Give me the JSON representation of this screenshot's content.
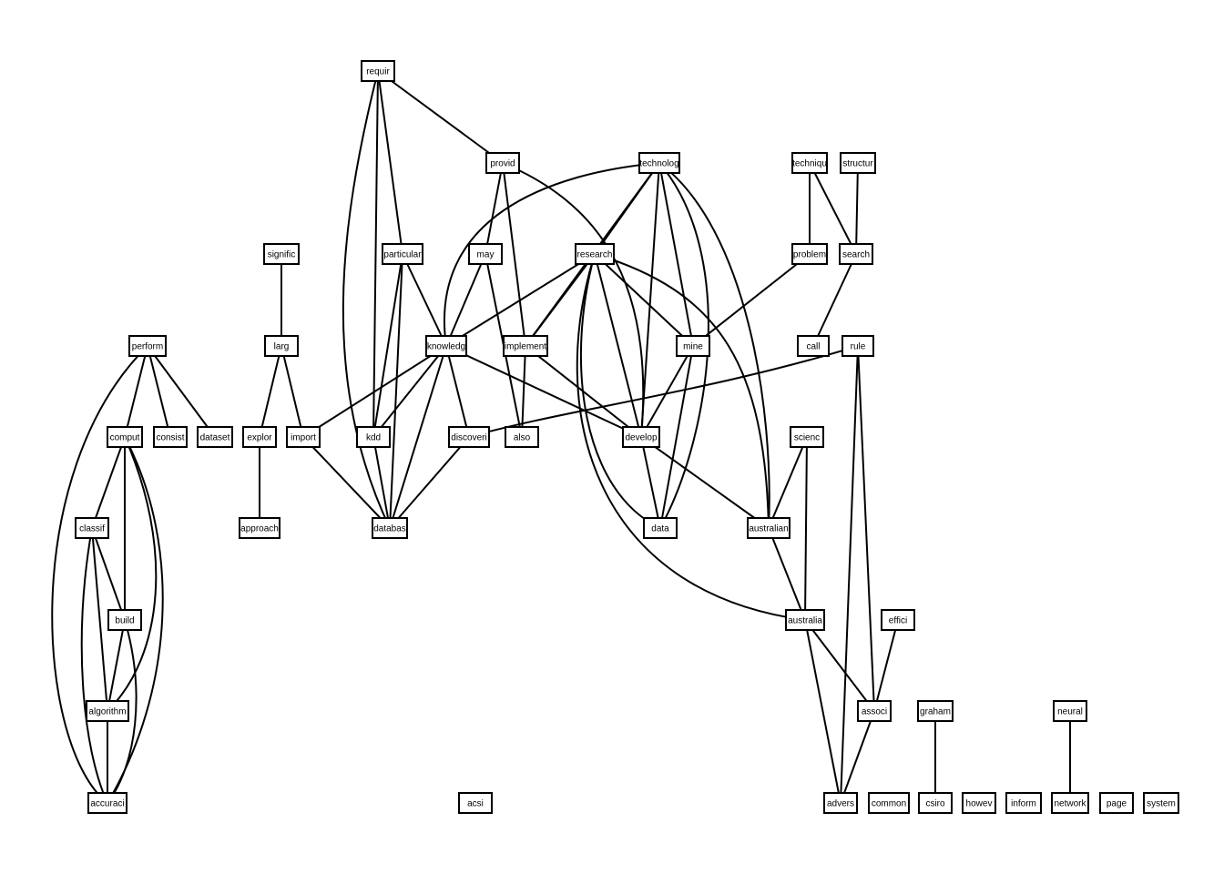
{
  "nodes": [
    {
      "id": "requir",
      "label": "requir"
    },
    {
      "id": "provid",
      "label": "provid"
    },
    {
      "id": "technolog",
      "label": "technolog"
    },
    {
      "id": "techniqu",
      "label": "techniqu"
    },
    {
      "id": "structur",
      "label": "structur"
    },
    {
      "id": "signific",
      "label": "signific"
    },
    {
      "id": "particular",
      "label": "particular"
    },
    {
      "id": "may",
      "label": "may"
    },
    {
      "id": "research",
      "label": "research"
    },
    {
      "id": "problem",
      "label": "problem"
    },
    {
      "id": "search",
      "label": "search"
    },
    {
      "id": "perform",
      "label": "perform"
    },
    {
      "id": "larg",
      "label": "larg"
    },
    {
      "id": "knowledg",
      "label": "knowledg"
    },
    {
      "id": "implement",
      "label": "implement"
    },
    {
      "id": "mine",
      "label": "mine"
    },
    {
      "id": "call",
      "label": "call"
    },
    {
      "id": "rule",
      "label": "rule"
    },
    {
      "id": "comput",
      "label": "comput"
    },
    {
      "id": "consist",
      "label": "consist"
    },
    {
      "id": "dataset",
      "label": "dataset"
    },
    {
      "id": "explor",
      "label": "explor"
    },
    {
      "id": "import",
      "label": "import"
    },
    {
      "id": "kdd",
      "label": "kdd"
    },
    {
      "id": "discoveri",
      "label": "discoveri"
    },
    {
      "id": "also",
      "label": "also"
    },
    {
      "id": "develop",
      "label": "develop"
    },
    {
      "id": "scienc",
      "label": "scienc"
    },
    {
      "id": "classif",
      "label": "classif"
    },
    {
      "id": "approach",
      "label": "approach"
    },
    {
      "id": "databas",
      "label": "databas"
    },
    {
      "id": "data",
      "label": "data"
    },
    {
      "id": "australian",
      "label": "australian"
    },
    {
      "id": "build",
      "label": "build"
    },
    {
      "id": "australia",
      "label": "australia"
    },
    {
      "id": "effici",
      "label": "effici"
    },
    {
      "id": "algorithm",
      "label": "algorithm"
    },
    {
      "id": "associ",
      "label": "associ"
    },
    {
      "id": "graham",
      "label": "graham"
    },
    {
      "id": "neural",
      "label": "neural"
    },
    {
      "id": "accuraci",
      "label": "accuraci"
    },
    {
      "id": "acsi",
      "label": "acsi"
    },
    {
      "id": "advers",
      "label": "advers"
    },
    {
      "id": "common",
      "label": "common"
    },
    {
      "id": "csiro",
      "label": "csiro"
    },
    {
      "id": "howev",
      "label": "howev"
    },
    {
      "id": "inform",
      "label": "inform"
    },
    {
      "id": "network",
      "label": "network"
    },
    {
      "id": "page",
      "label": "page"
    },
    {
      "id": "system",
      "label": "system"
    }
  ],
  "edges": [
    [
      "requir",
      "provid"
    ],
    [
      "requir",
      "particular"
    ],
    [
      "requir",
      "kdd"
    ],
    [
      "requir",
      "databas"
    ],
    [
      "provid",
      "may"
    ],
    [
      "provid",
      "implement"
    ],
    [
      "provid",
      "develop"
    ],
    [
      "technolog",
      "research"
    ],
    [
      "technolog",
      "knowledg"
    ],
    [
      "technolog",
      "implement"
    ],
    [
      "technolog",
      "develop"
    ],
    [
      "technolog",
      "mine"
    ],
    [
      "technolog",
      "data"
    ],
    [
      "technolog",
      "australian"
    ],
    [
      "techniqu",
      "problem"
    ],
    [
      "techniqu",
      "search"
    ],
    [
      "structur",
      "search"
    ],
    [
      "signific",
      "larg"
    ],
    [
      "particular",
      "knowledg"
    ],
    [
      "particular",
      "kdd"
    ],
    [
      "particular",
      "databas"
    ],
    [
      "may",
      "knowledg"
    ],
    [
      "may",
      "also"
    ],
    [
      "research",
      "knowledg"
    ],
    [
      "research",
      "implement"
    ],
    [
      "research",
      "mine"
    ],
    [
      "research",
      "develop"
    ],
    [
      "research",
      "data"
    ],
    [
      "research",
      "australian"
    ],
    [
      "research",
      "australia"
    ],
    [
      "problem",
      "mine"
    ],
    [
      "search",
      "call"
    ],
    [
      "perform",
      "comput"
    ],
    [
      "perform",
      "consist"
    ],
    [
      "perform",
      "dataset"
    ],
    [
      "perform",
      "accuraci"
    ],
    [
      "larg",
      "explor"
    ],
    [
      "larg",
      "import"
    ],
    [
      "knowledg",
      "import"
    ],
    [
      "knowledg",
      "kdd"
    ],
    [
      "knowledg",
      "discoveri"
    ],
    [
      "knowledg",
      "databas"
    ],
    [
      "knowledg",
      "develop"
    ],
    [
      "implement",
      "also"
    ],
    [
      "implement",
      "develop"
    ],
    [
      "mine",
      "develop"
    ],
    [
      "mine",
      "data"
    ],
    [
      "rule",
      "discoveri"
    ],
    [
      "rule",
      "advers"
    ],
    [
      "rule",
      "associ"
    ],
    [
      "comput",
      "classif"
    ],
    [
      "comput",
      "build"
    ],
    [
      "comput",
      "algorithm"
    ],
    [
      "comput",
      "accuraci"
    ],
    [
      "explor",
      "approach"
    ],
    [
      "import",
      "databas"
    ],
    [
      "kdd",
      "databas"
    ],
    [
      "discoveri",
      "databas"
    ],
    [
      "develop",
      "data"
    ],
    [
      "develop",
      "australian"
    ],
    [
      "scienc",
      "australian"
    ],
    [
      "scienc",
      "australia"
    ],
    [
      "classif",
      "build"
    ],
    [
      "classif",
      "algorithm"
    ],
    [
      "classif",
      "accuraci"
    ],
    [
      "australian",
      "australia"
    ],
    [
      "build",
      "algorithm"
    ],
    [
      "build",
      "accuraci"
    ],
    [
      "australia",
      "associ"
    ],
    [
      "australia",
      "advers"
    ],
    [
      "effici",
      "associ"
    ],
    [
      "algorithm",
      "accuraci"
    ],
    [
      "associ",
      "advers"
    ],
    [
      "graham",
      "csiro"
    ],
    [
      "neural",
      "network"
    ]
  ]
}
